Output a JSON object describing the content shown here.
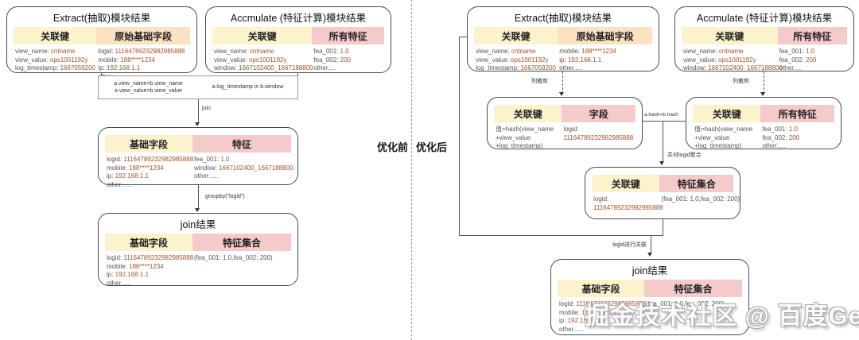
{
  "divider": {
    "before_label": "优化前",
    "after_label": "优化后"
  },
  "watermark": "掘金技术社区 @ 百度Geek说",
  "colors": {
    "key_yellow": "#fcf2cc",
    "raw_orange": "#fbe2c1",
    "feature_pink": "#f5caca"
  },
  "before": {
    "extract": {
      "title": "Extract(抽取)模块结果",
      "key_header": "关联健",
      "value_header": "原始基础字段",
      "key_rows": [
        [
          "view_name:",
          "cntname"
        ],
        [
          "view_value:",
          "ops1001192y"
        ],
        [
          "log_timestamp:",
          "1667059200"
        ]
      ],
      "value_rows": [
        [
          "logid:",
          "11164789232982985888"
        ],
        [
          "mobile:",
          "188****1234"
        ],
        [
          "ip:",
          "192.168.1.1"
        ],
        [
          "other.....",
          ""
        ]
      ]
    },
    "accumulate": {
      "title": "Accmulate (特征计算)模块结果",
      "key_header": "关联键",
      "value_header": "所有特征",
      "key_rows": [
        [
          "view_name:",
          "cntname"
        ],
        [
          "view_value:",
          "ops1001192y"
        ],
        [
          "window:",
          "1667102400_1667188800"
        ]
      ],
      "value_rows": [
        [
          "fea_001:",
          "1.0"
        ],
        [
          "fea_002:",
          "200"
        ],
        [
          "other.....",
          ""
        ]
      ]
    },
    "join_conditions": {
      "name_eq": "a.view_name=b.view_name",
      "value_eq": "a.view_value=b.view_value",
      "window_cond": "a.log_timestamp in b.window"
    },
    "join_arrow_label": "join",
    "joined": {
      "key_header": "基础字段",
      "value_header": "特征",
      "key_rows": [
        [
          "logid:",
          "11164789232982985888"
        ],
        [
          "mobile:",
          "188****1234"
        ],
        [
          "ip:",
          "192.168.1.1"
        ],
        [
          "other......",
          ""
        ]
      ],
      "value_rows": [
        [
          "fea_001:",
          "1.0"
        ],
        [
          "window:",
          "1667102400_1667188800"
        ],
        [
          "other......",
          ""
        ]
      ]
    },
    "groupby_label": "groupby(\"logid\")",
    "join_result": {
      "title": "join结果",
      "key_header": "基础字段",
      "value_header": "特征集合",
      "key_rows": [
        [
          "logid:",
          "11164789232982985888"
        ],
        [
          "mobile:",
          "188****1234"
        ],
        [
          "ip:",
          "192.168.1.1"
        ],
        [
          "other......",
          ""
        ]
      ],
      "value_rows": [
        [
          "(fea_001: 1.0,fea_002: 200)",
          ""
        ]
      ]
    }
  },
  "after": {
    "extract": {
      "title": "Extract(抽取)模块结果",
      "key_header": "关联健",
      "value_header": "原始基础字段",
      "key_rows": [
        [
          "view_name:",
          "cntname"
        ],
        [
          "view_value:",
          "ops1001192y"
        ],
        [
          "log_timestamp:",
          "1667059200"
        ]
      ],
      "value_rows": [
        [
          "mobile:",
          "188****1234"
        ],
        [
          "ip:",
          "192.168.1.1"
        ],
        [
          "other.....",
          ""
        ]
      ]
    },
    "accumulate": {
      "title": "Accmulate (特征计算)模块结果",
      "key_header": "关联键",
      "value_header": "所有特征",
      "key_rows": [
        [
          "view_name:",
          "cntname"
        ],
        [
          "view_value:",
          "ops1001192y"
        ],
        [
          "window:",
          "1667102400_1667188800"
        ]
      ],
      "value_rows": [
        [
          "fea_001:",
          "1.0"
        ],
        [
          "fea_002:",
          "200"
        ],
        [
          "other.....",
          ""
        ]
      ]
    },
    "prune_label": "列裁剪",
    "hashed_extract": {
      "key_header": "关联键",
      "value_header": "字段",
      "key_rows": [
        [
          "值=hash(view_name",
          ""
        ],
        [
          "+view_value",
          ""
        ],
        [
          "+log_timestamp)",
          ""
        ]
      ],
      "value_rows": [
        [
          "logid:",
          ""
        ],
        [
          "",
          "11164789232982985888"
        ]
      ]
    },
    "hashed_features": {
      "key_header": "关联键",
      "value_header": "所有特征",
      "key_rows": [
        [
          "值=hash(view_name",
          ""
        ],
        [
          "+view_value",
          ""
        ],
        [
          "+log_timestamp)",
          ""
        ]
      ],
      "value_rows": [
        [
          "fea_001:",
          "1.0"
        ],
        [
          "fea_002:",
          "200"
        ],
        [
          "other......",
          ""
        ]
      ]
    },
    "hash_join_label": "a.hash=b.hash",
    "aggregate_label": "并对logid聚合",
    "aggregated": {
      "key_header": "关联键",
      "value_header": "特征集合",
      "key_rows": [
        [
          "logid:",
          ""
        ],
        [
          "",
          "11164789232982985888"
        ]
      ],
      "value_rows": [
        [
          "(fea_001: 1.0,fea_002: 200)",
          ""
        ]
      ]
    },
    "join_label": "logid进行关联",
    "join_result": {
      "title": "join结果",
      "key_header": "基础字段",
      "value_header": "特征集合",
      "key_rows": [
        [
          "logid:",
          "11164789232982985888"
        ],
        [
          "mobile:",
          "188****1234"
        ],
        [
          "ip:",
          "192.168.1.1"
        ],
        [
          "other......",
          ""
        ]
      ],
      "value_rows": [
        [
          "(fea_001: 1.0,fea_002: 200)",
          ""
        ]
      ]
    }
  }
}
